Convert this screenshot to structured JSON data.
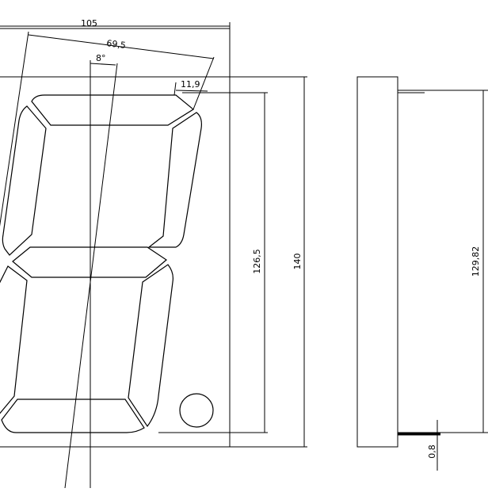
{
  "drawing": {
    "dim_total_width": "105",
    "dim_digit_width": "69,5",
    "dim_slant_angle": "8°",
    "dim_segment_offset": "11,9",
    "dim_digit_height": "126,5",
    "dim_total_height": "140",
    "dim_side_height": "129,82",
    "dim_pin_thickness": "0,8"
  }
}
